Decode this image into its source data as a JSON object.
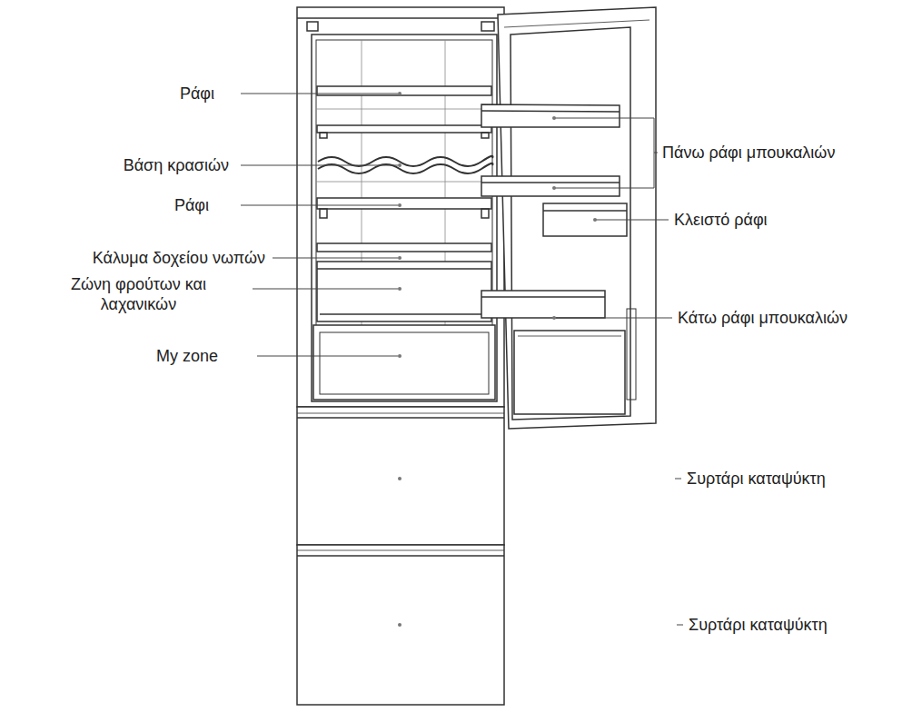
{
  "diagram": {
    "labels": [
      "Ράφι",
      "Βάση κρασιών",
      "Ράφι",
      "Κάλυμα δοχείου νωπών",
      "Ζώνη φρούτων και λαχανικών",
      "My zone",
      "Πάνω ράφι μπουκαλιών",
      "Κλειστό ράφι",
      "Κάτω ράφι μπουκαλιών",
      "Συρτάρι καταψύκτη",
      "Συρτάρι καταψύκτη"
    ]
  }
}
